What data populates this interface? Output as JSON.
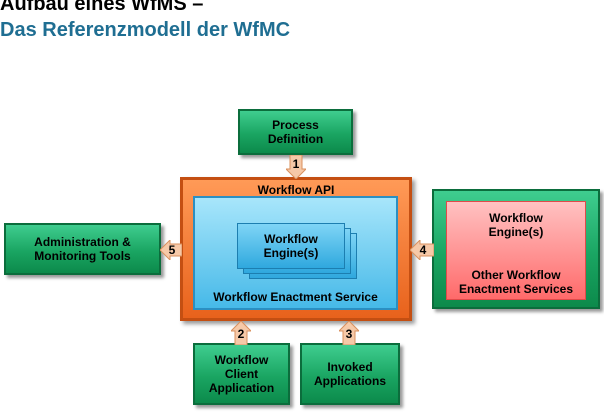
{
  "title": {
    "line1": "Aufbau eines WfMS –",
    "line2": "Das Referenzmodell der WfMC"
  },
  "process_definition": {
    "line1": "Process",
    "line2": "Definition"
  },
  "workflow_api": "Workflow API",
  "engine": {
    "line1": "Workflow",
    "line2": "Engine(s)"
  },
  "enactment_service": "Workflow Enactment Service",
  "admin_tools": {
    "line1": "Administration &",
    "line2": "Monitoring Tools"
  },
  "other_services": {
    "engine_line1": "Workflow",
    "engine_line2": "Engine(s)",
    "line1": "Other Workflow",
    "line2": "Enactment Services"
  },
  "client_app": {
    "line1": "Workflow",
    "line2": "Client",
    "line3": "Application"
  },
  "invoked_apps": {
    "line1": "Invoked",
    "line2": "Applications"
  },
  "interfaces": {
    "i1": "1",
    "i2": "2",
    "i3": "3",
    "i4": "4",
    "i5": "5"
  },
  "colors": {
    "title_blue": "#1f6e92",
    "green": "#1aa562",
    "orange": "#e8621c",
    "blue": "#46b9e8",
    "pink": "#ff6a6a",
    "arrow": "#f6c9a8"
  }
}
